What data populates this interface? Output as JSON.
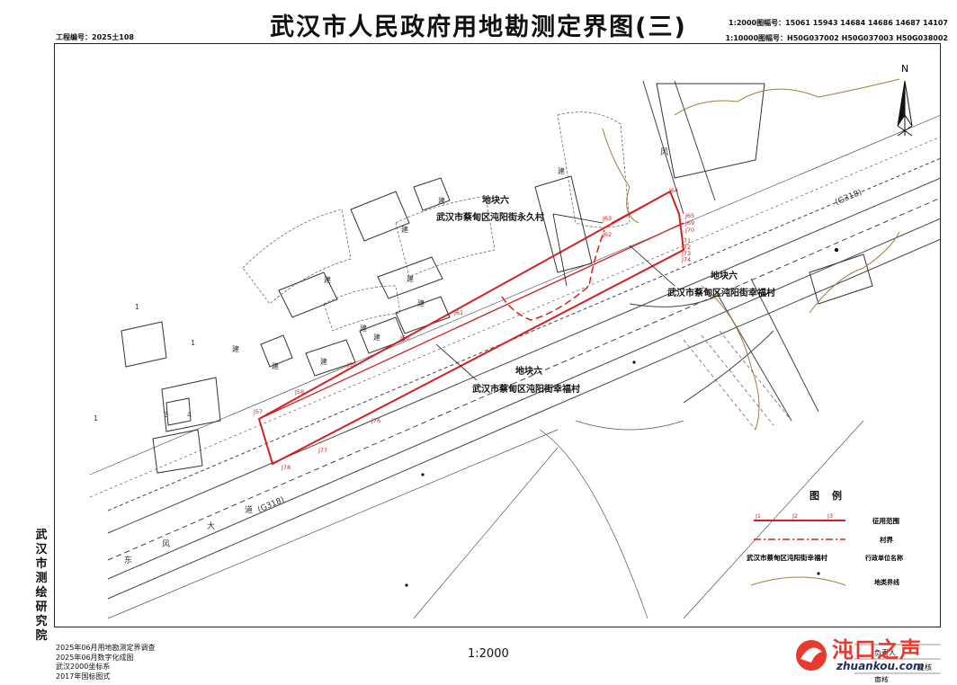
{
  "header": {
    "title": "武汉市人民政府用地勘测定界图(三)",
    "project_no": "工程编号：2025土108",
    "sheet_numbers_2000": "1:2000图幅号：15061 15943 14684 14686 14687 14107",
    "sheet_numbers_10000": "1:10000图幅号：H50G037002 H50G037003 H50G038002"
  },
  "map": {
    "north": "N",
    "scale": "1:2000",
    "parcels": [
      {
        "label": "地块六",
        "owner": "武汉市蔡甸区沌阳街永久村"
      },
      {
        "label": "地块六",
        "owner": "武汉市蔡甸区沌阳街幸福村"
      },
      {
        "label": "地块六",
        "owner": "武汉市蔡甸区沌阳街幸福村"
      }
    ],
    "points": [
      "J57",
      "J58",
      "J59",
      "J60",
      "J61",
      "J62",
      "J63",
      "J64",
      "J65",
      "J69",
      "J70",
      "J71",
      "J72",
      "J73",
      "J74",
      "J76",
      "J77",
      "J78"
    ],
    "road_tags": [
      "(G318)",
      "(G318)"
    ],
    "road_name_chars": [
      "东",
      "风",
      "大",
      "道"
    ],
    "bureau_label": "风",
    "building_chars": [
      "建",
      "建",
      "建",
      "建",
      "建",
      "建",
      "建",
      "建",
      "建",
      "建",
      "建"
    ],
    "building_numbers": [
      "1",
      "1",
      "1",
      "3",
      "4"
    ],
    "colors": {
      "boundary": "#d42020",
      "contour": "#a57a3c",
      "lines": "#444444"
    }
  },
  "side_label": "武汉市测绘研究院",
  "notes": [
    "2025年06月用地勘测定界调查",
    "2025年06月数字化成图",
    "武汉2000坐标系",
    "2017年国标图式"
  ],
  "legend": {
    "title": "图例",
    "items": [
      {
        "text": "征用范围",
        "points": [
          "J1",
          "J2",
          "J3"
        ]
      },
      {
        "text": "村界"
      },
      {
        "sample": "武汉市蔡甸区沌阳街幸福村",
        "text": "行政单位名称"
      },
      {
        "text": "地类界线"
      }
    ]
  },
  "sign": {
    "responsible": "负责人",
    "check": "复核",
    "review": "审核"
  },
  "watermark": {
    "brand": "沌口之声",
    "url": "zhuankou.com"
  }
}
